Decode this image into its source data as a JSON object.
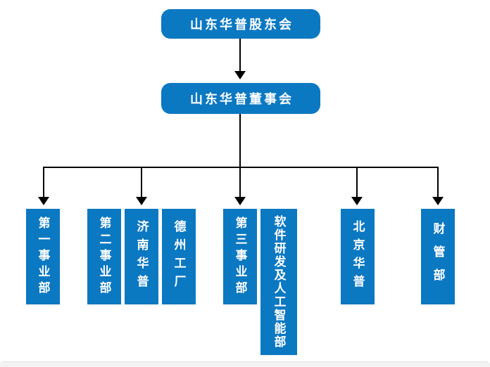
{
  "org": {
    "root": {
      "label": "山东华普股东会"
    },
    "board": {
      "label": "山东华普董事会"
    },
    "departments": [
      {
        "label": "第一事业部"
      },
      {
        "label": "第二事业部"
      },
      {
        "label": "济南华普"
      },
      {
        "label": "德州工厂"
      },
      {
        "label": "第三事业部"
      },
      {
        "label": "软件研发及人工智能部"
      },
      {
        "label": "北京华普"
      },
      {
        "label": "财管部"
      }
    ],
    "colors": {
      "node_blue": "#0b78c2",
      "node_text": "#ffffff",
      "connector_black": "#000000",
      "bottom_strip_gray": "#f3f3f3"
    }
  }
}
